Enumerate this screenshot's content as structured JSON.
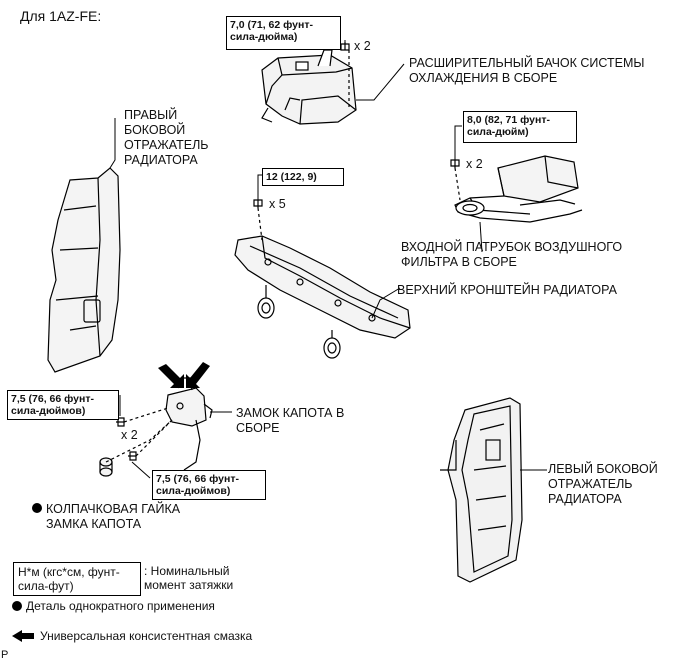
{
  "header": {
    "engine_title": "Для 1AZ-FE:"
  },
  "torque": {
    "reservoir": "7,0 (71, 62 фунт-\nсила-дюйма)",
    "air_inlet": "8,0 (82, 71 фунт-\nсила-дюйм)",
    "support": "12 (122, 9)",
    "lock_left": "7,5 (76, 66 фунт-\nсила-дюймов)",
    "lock_bottom": "7,5 (76, 66 фунт-\nсила-дюймов)"
  },
  "multipliers": {
    "reservoir": "x 2",
    "air_inlet": "x 2",
    "support": "x 5",
    "lock": "x 2"
  },
  "parts": {
    "reservoir": "РАСШИРИТЕЛЬНЫЙ БАЧОК СИСТЕМЫ\nОХЛАЖДЕНИЯ В СБОРЕ",
    "right_seal": "ПРАВЫЙ\nБОКОВОЙ\nОТРАЖАТЕЛЬ\nРАДИАТОРА",
    "air_inlet": "ВХОДНОЙ ПАТРУБОК ВОЗДУШНОГО\nФИЛЬТРА В СБОРЕ",
    "support": "ВЕРХНИЙ КРОНШТЕЙН РАДИАТОРА",
    "hood_lock": "ЗАМОК КАПОТА В\nСБОРЕ",
    "cap_nut": "КОЛПАЧКОВАЯ ГАЙКА\nЗАМКА КАПОТА",
    "left_seal": "ЛЕВЫЙ БОКОВОЙ\nОТРАЖАТЕЛЬ\nРАДИАТОРА"
  },
  "legend": {
    "torque_box": "Н*м (кгс*см, фунт-\nсила-фут)",
    "torque_desc": ": Номинальный\nмомент затяжки",
    "one_time": "Деталь однократного применения",
    "grease": "Универсальная консистентная смазка"
  },
  "footer": {
    "code": "P"
  }
}
